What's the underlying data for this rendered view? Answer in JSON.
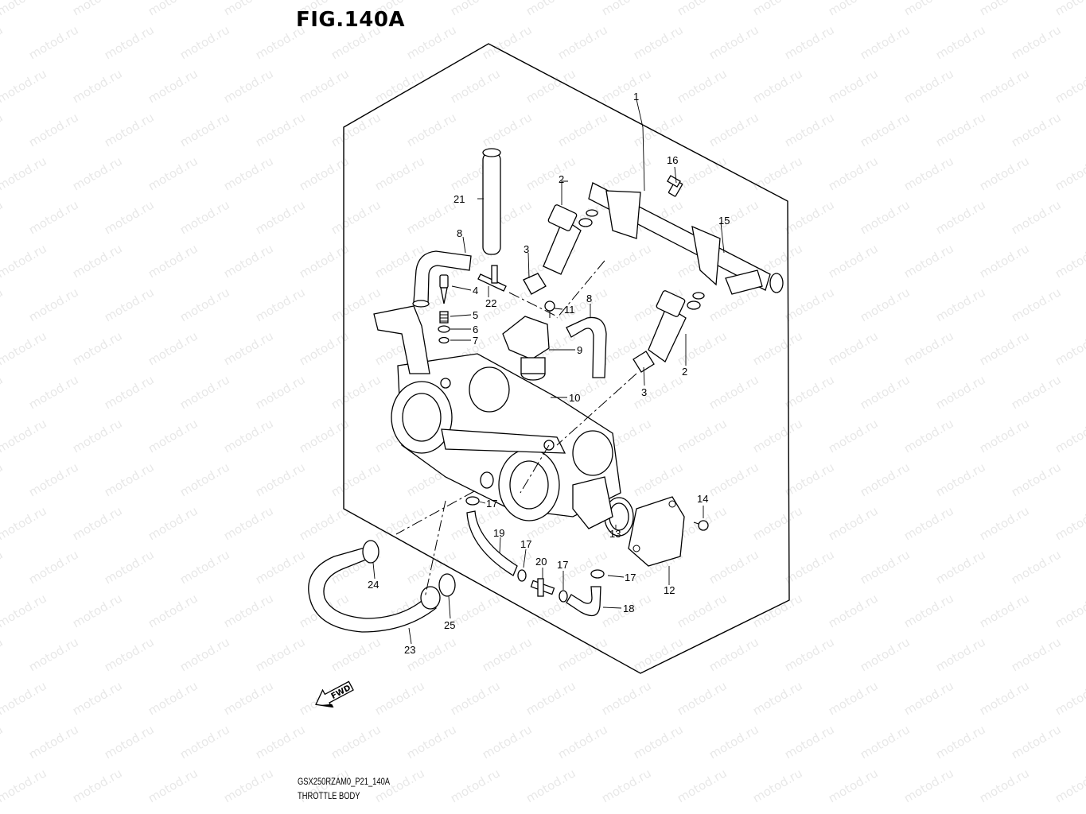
{
  "figure": {
    "title": "FIG.140A",
    "code": "GSX250RZAM0_P21_140A",
    "name": "THROTTLE BODY",
    "watermark": "motod.ru",
    "fwd_label": "FWD"
  },
  "parts": [
    {
      "id": "1",
      "label": "1"
    },
    {
      "id": "2a",
      "label": "2"
    },
    {
      "id": "2b",
      "label": "2"
    },
    {
      "id": "3a",
      "label": "3"
    },
    {
      "id": "3b",
      "label": "3"
    },
    {
      "id": "4",
      "label": "4"
    },
    {
      "id": "5",
      "label": "5"
    },
    {
      "id": "6",
      "label": "6"
    },
    {
      "id": "7",
      "label": "7"
    },
    {
      "id": "8a",
      "label": "8"
    },
    {
      "id": "8b",
      "label": "8"
    },
    {
      "id": "9",
      "label": "9"
    },
    {
      "id": "10",
      "label": "10"
    },
    {
      "id": "11",
      "label": "11"
    },
    {
      "id": "12",
      "label": "12"
    },
    {
      "id": "13",
      "label": "13"
    },
    {
      "id": "14",
      "label": "14"
    },
    {
      "id": "15",
      "label": "15"
    },
    {
      "id": "16",
      "label": "16"
    },
    {
      "id": "17a",
      "label": "17"
    },
    {
      "id": "17b",
      "label": "17"
    },
    {
      "id": "17c",
      "label": "17"
    },
    {
      "id": "17d",
      "label": "17"
    },
    {
      "id": "18",
      "label": "18"
    },
    {
      "id": "19",
      "label": "19"
    },
    {
      "id": "20",
      "label": "20"
    },
    {
      "id": "21",
      "label": "21"
    },
    {
      "id": "22",
      "label": "22"
    },
    {
      "id": "23",
      "label": "23"
    },
    {
      "id": "24",
      "label": "24"
    },
    {
      "id": "25",
      "label": "25"
    }
  ]
}
